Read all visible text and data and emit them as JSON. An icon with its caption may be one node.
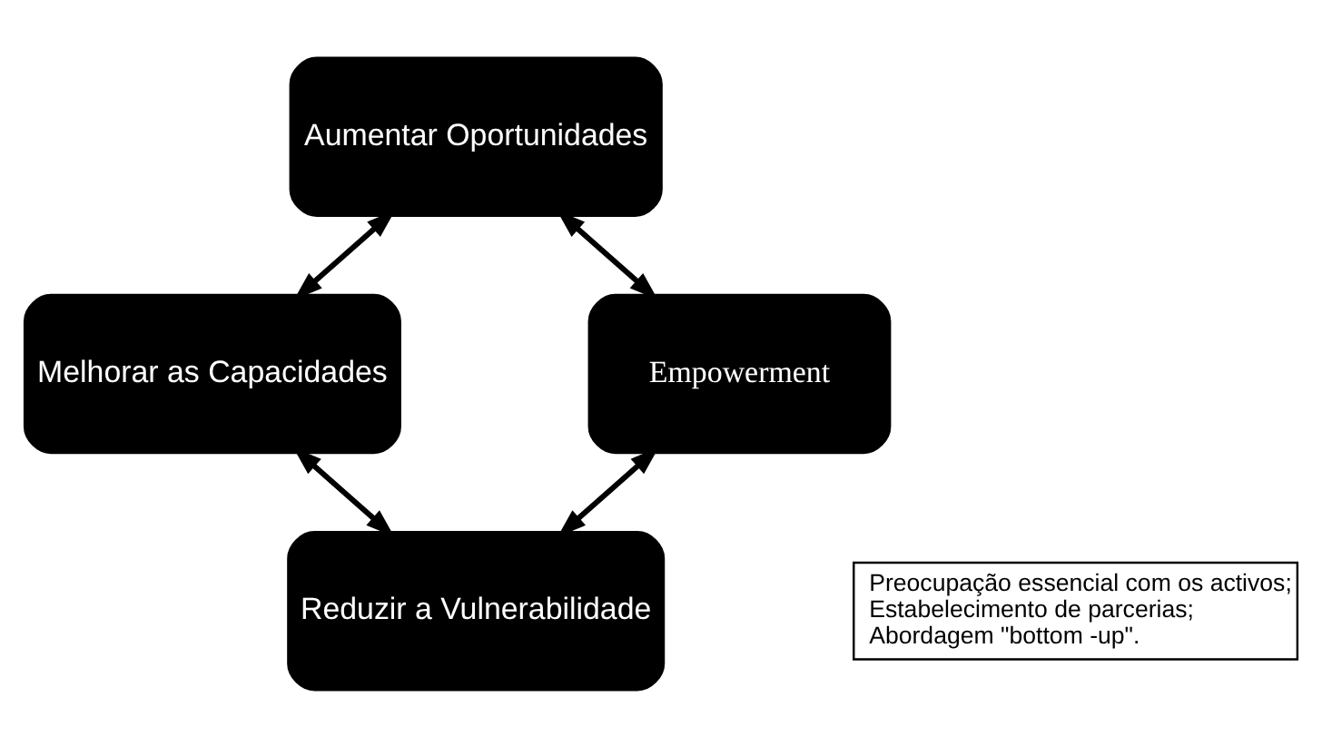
{
  "diagram": {
    "nodes": [
      {
        "text": [
          "Aumentar Oportunidades"
        ]
      },
      {
        "text": [
          "Melhorar as Capacidades"
        ]
      },
      {
        "text": [
          "Empowerment"
        ]
      },
      {
        "text": [
          "Reduzir a Vulnerabilidade"
        ]
      },
      {
        "text": [
          "Preocupação essencial com os activos;",
          "Estabelecimento de parcerias;",
          "Abordagem \"bottom -up\"."
        ]
      }
    ],
    "edges": [
      {
        "from": 0,
        "to": 2,
        "arrow": "both"
      },
      {
        "from": 2,
        "to": 3,
        "arrow": "both"
      },
      {
        "from": 1,
        "to": 3,
        "arrow": "both"
      },
      {
        "from": 0,
        "to": 1,
        "arrow": "both"
      }
    ]
  }
}
